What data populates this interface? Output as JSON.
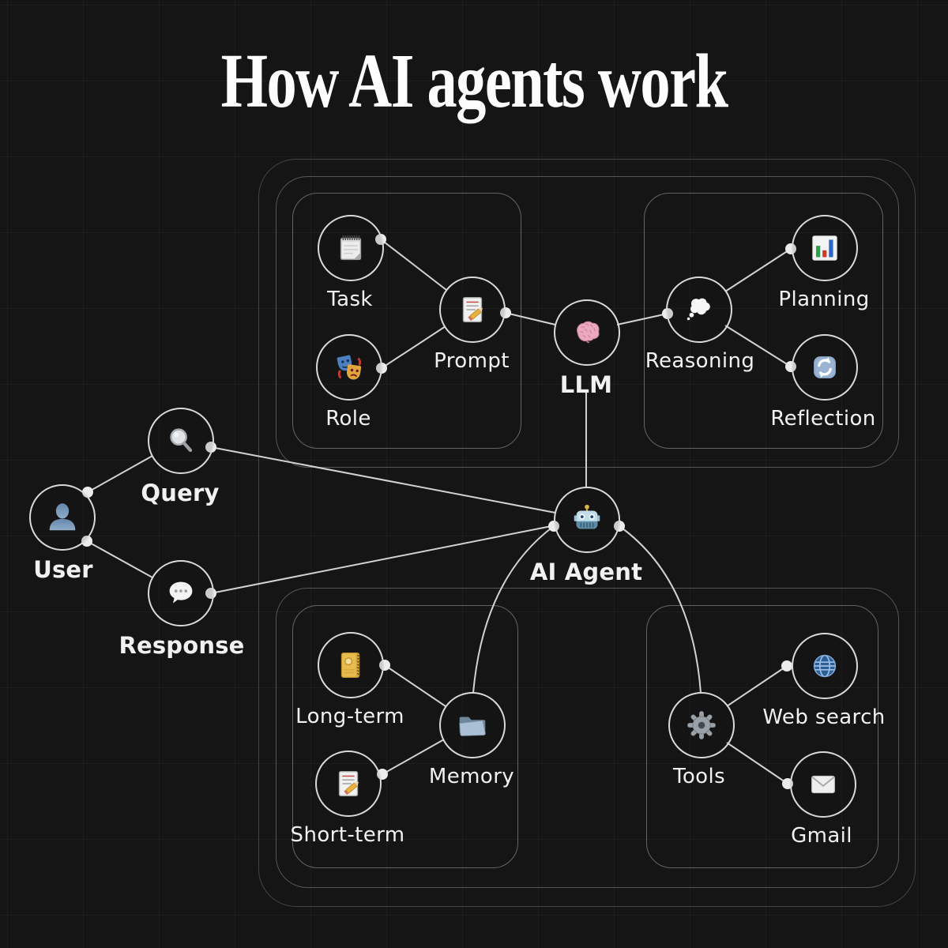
{
  "title": "How AI agents work",
  "nodes": {
    "task": {
      "label": "Task",
      "icon": "spiral-notepad-icon"
    },
    "role": {
      "label": "Role",
      "icon": "theater-masks-icon"
    },
    "prompt": {
      "label": "Prompt",
      "icon": "memo-pencil-icon"
    },
    "llm": {
      "label": "LLM",
      "icon": "brain-icon"
    },
    "reasoning": {
      "label": "Reasoning",
      "icon": "thought-cloud-icon"
    },
    "planning": {
      "label": "Planning",
      "icon": "bar-chart-icon"
    },
    "reflection": {
      "label": "Reflection",
      "icon": "refresh-arrows-icon"
    },
    "user": {
      "label": "User",
      "icon": "person-silhouette-icon"
    },
    "query": {
      "label": "Query",
      "icon": "magnifying-glass-icon"
    },
    "response": {
      "label": "Response",
      "icon": "speech-bubble-icon"
    },
    "agent": {
      "label": "AI Agent",
      "icon": "robot-icon"
    },
    "long_term": {
      "label": "Long-term",
      "icon": "notebook-icon"
    },
    "short_term": {
      "label": "Short-term",
      "icon": "memo-pencil-icon"
    },
    "memory": {
      "label": "Memory",
      "icon": "open-folder-icon"
    },
    "tools": {
      "label": "Tools",
      "icon": "gear-icon"
    },
    "web_search": {
      "label": "Web search",
      "icon": "globe-icon"
    },
    "gmail": {
      "label": "Gmail",
      "icon": "envelope-icon"
    }
  },
  "colors": {
    "background": "#151515",
    "connector_line": "#d2d2d2",
    "node_ring": "#d9d9d9",
    "label_text": "#f1f1f1",
    "title_text": "#fcfcfc"
  }
}
